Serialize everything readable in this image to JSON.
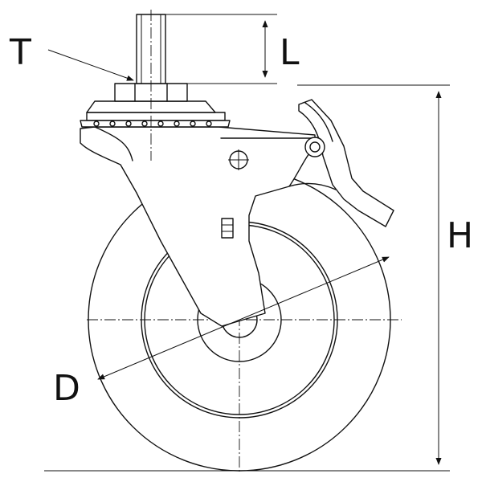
{
  "labels": {
    "thread": "T",
    "stem_length": "L",
    "height": "H",
    "diameter": "D"
  },
  "colors": {
    "line": "#111111",
    "background": "#ffffff"
  }
}
